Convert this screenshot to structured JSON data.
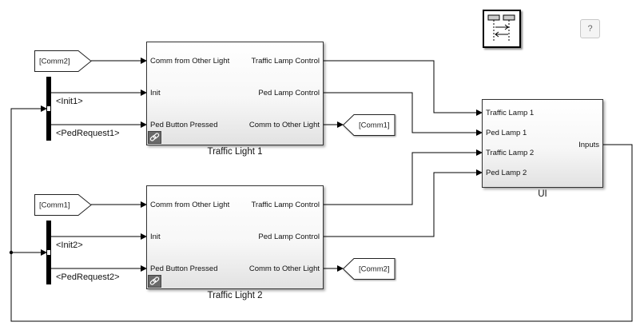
{
  "canvas": {
    "help_button": "?",
    "sequence_viewer_icon": "sequence-viewer-icon"
  },
  "goto_from": {
    "from_comm2_top": "[Comm2]",
    "from_comm1_bottom": "[Comm1]",
    "goto_comm1_top": "[Comm1]",
    "goto_comm2_bottom": "[Comm2]"
  },
  "bus_selectors": {
    "top": {
      "signals": [
        "<Init1>",
        "<PedRequest1>"
      ]
    },
    "bottom": {
      "signals": [
        "<Init2>",
        "<PedRequest2>"
      ]
    }
  },
  "blocks": {
    "traffic_light_1": {
      "name": "Traffic Light 1",
      "inputs": [
        "Comm from Other Light",
        "Init",
        "Ped Button  Pressed"
      ],
      "outputs": [
        "Traffic Lamp Control",
        "Ped Lamp Control",
        "Comm to Other Light"
      ]
    },
    "traffic_light_2": {
      "name": "Traffic Light 2",
      "inputs": [
        "Comm from Other Light",
        "Init",
        "Ped Button  Pressed"
      ],
      "outputs": [
        "Traffic Lamp Control",
        "Ped Lamp Control",
        "Comm to Other Light"
      ]
    },
    "ui": {
      "name": "UI",
      "inputs": [
        "Traffic Lamp 1",
        "Ped Lamp 1",
        "Traffic Lamp 2",
        "Ped Lamp 2"
      ],
      "outputs": [
        "Inputs"
      ]
    }
  }
}
